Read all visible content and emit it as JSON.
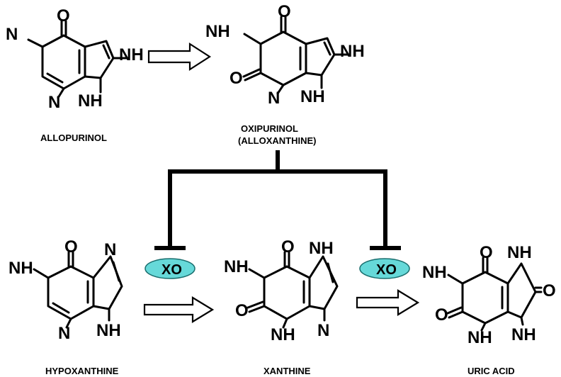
{
  "molecules": {
    "allopurinol": {
      "name": "ALLOPURINOL",
      "atoms": [
        "O",
        "N",
        "NH",
        "N",
        "NH"
      ]
    },
    "oxipurinol": {
      "name_line1": "OXIPURINOL",
      "name_line2": "(ALLOXANTHINE)",
      "atoms": [
        "O",
        "NH",
        "NH",
        "O",
        "N",
        "NH"
      ]
    },
    "hypoxanthine": {
      "name": "HYPOXANTHINE",
      "atoms": [
        "O",
        "N",
        "NH",
        "N",
        "NH"
      ]
    },
    "xanthine": {
      "name": "XANTHINE",
      "atoms": [
        "O",
        "NH",
        "NH",
        "O",
        "NH",
        "N"
      ]
    },
    "uric_acid": {
      "name": "URIC ACID",
      "atoms": [
        "O",
        "NH",
        "NH",
        "O",
        "O",
        "NH",
        "NH"
      ]
    }
  },
  "enzyme": {
    "label_1": "XO",
    "label_2": "XO",
    "fill": "#66d9d9"
  }
}
